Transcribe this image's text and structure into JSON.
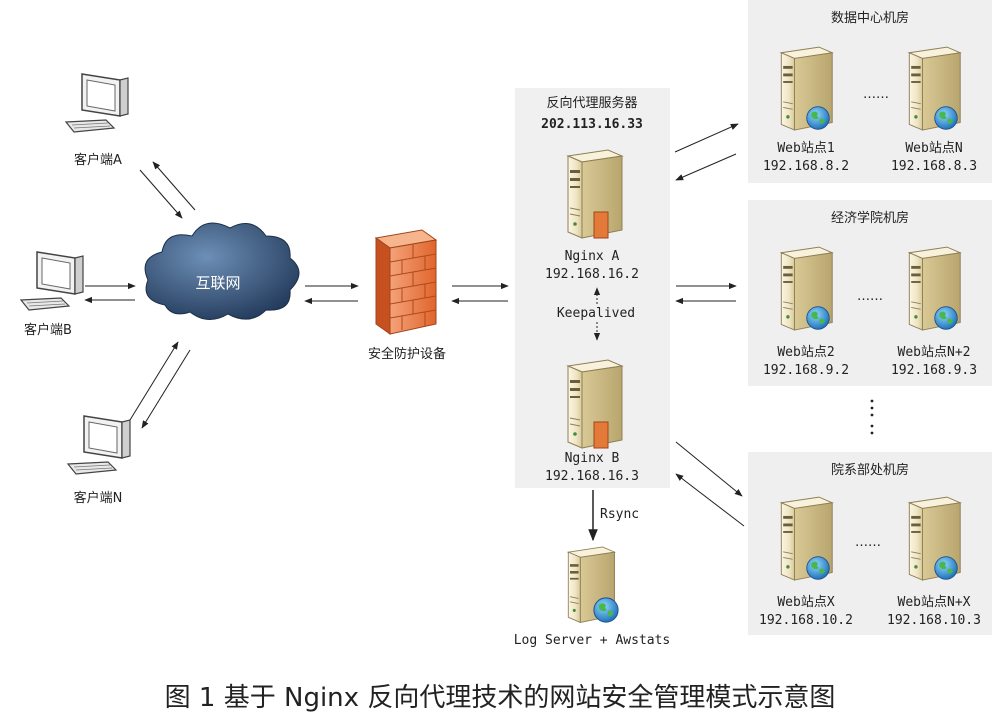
{
  "clients": [
    {
      "label": "客户端A"
    },
    {
      "label": "客户端B"
    },
    {
      "label": "客户端N"
    }
  ],
  "internet": {
    "label": "互联网"
  },
  "firewall": {
    "label": "安全防护设备"
  },
  "proxy": {
    "title": "反向代理服务器",
    "ip": "202.113.16.33",
    "nginx_a": {
      "name": "Nginx A",
      "ip": "192.168.16.2"
    },
    "nginx_b": {
      "name": "Nginx B",
      "ip": "192.168.16.3"
    },
    "keepalived": "Keepalived"
  },
  "rsync": "Rsync",
  "log_server": "Log Server + Awstats",
  "ellipsis": "……",
  "rooms": [
    {
      "title": "数据中心机房",
      "left": {
        "name": "Web站点1",
        "ip": "192.168.8.2"
      },
      "right": {
        "name": "Web站点N",
        "ip": "192.168.8.3"
      }
    },
    {
      "title": "经济学院机房",
      "left": {
        "name": "Web站点2",
        "ip": "192.168.9.2"
      },
      "right": {
        "name": "Web站点N+2",
        "ip": "192.168.9.3"
      }
    },
    {
      "title": "院系部处机房",
      "left": {
        "name": "Web站点X",
        "ip": "192.168.10.2"
      },
      "right": {
        "name": "Web站点N+X",
        "ip": "192.168.10.3"
      }
    }
  ],
  "caption": "图 1  基于 Nginx 反向代理技术的网站安全管理模式示意图"
}
